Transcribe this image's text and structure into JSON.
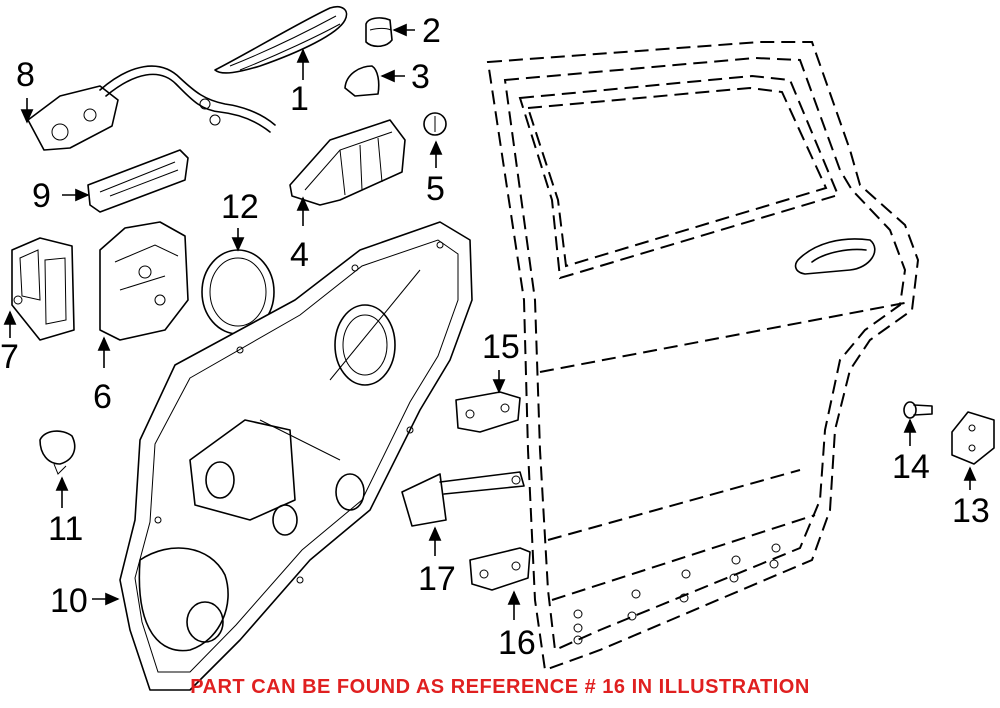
{
  "callouts": {
    "c1": "1",
    "c2": "2",
    "c3": "3",
    "c4": "4",
    "c5": "5",
    "c6": "6",
    "c7": "7",
    "c8": "8",
    "c9": "9",
    "c10": "10",
    "c11": "11",
    "c12": "12",
    "c13": "13",
    "c14": "14",
    "c15": "15",
    "c16": "16",
    "c17": "17"
  },
  "caption": {
    "text": "PART CAN BE FOUND AS REFERENCE # 16 IN ILLUSTRATION",
    "color": "#e02020"
  }
}
